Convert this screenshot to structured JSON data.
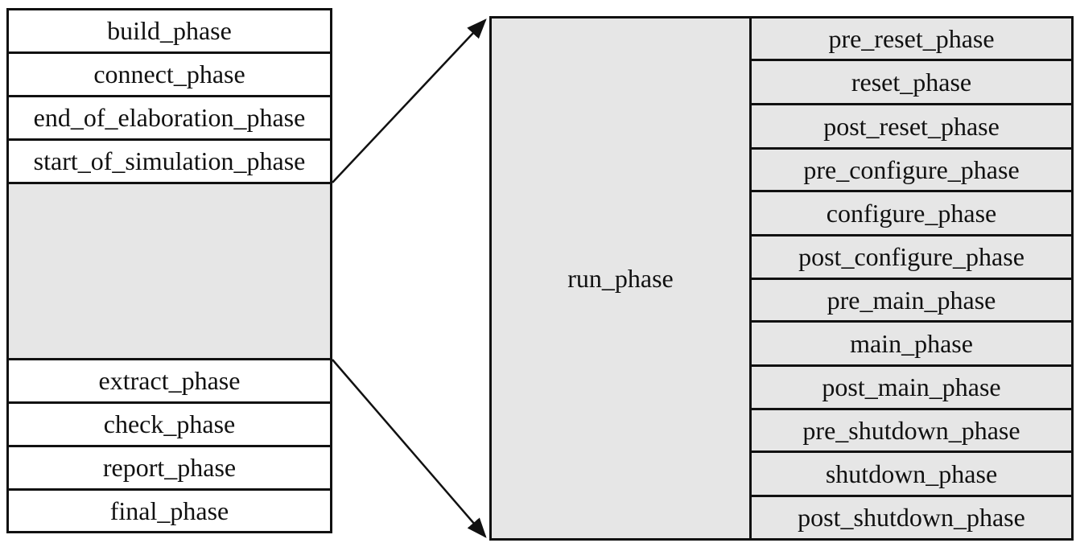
{
  "left_phases_top": [
    "build_phase",
    "connect_phase",
    "end_of_elaboration_phase",
    "start_of_simulation_phase"
  ],
  "left_phases_bottom": [
    "extract_phase",
    "check_phase",
    "report_phase",
    "final_phase"
  ],
  "run_phase_label": "run_phase",
  "run_subphases": [
    "pre_reset_phase",
    "reset_phase",
    "post_reset_phase",
    "pre_configure_phase",
    "configure_phase",
    "post_configure_phase",
    "pre_main_phase",
    "main_phase",
    "post_main_phase",
    "pre_shutdown_phase",
    "shutdown_phase",
    "post_shutdown_phase"
  ],
  "colors": {
    "border": "#111111",
    "fill_gray": "#e6e6e6",
    "fill_white": "#ffffff"
  }
}
